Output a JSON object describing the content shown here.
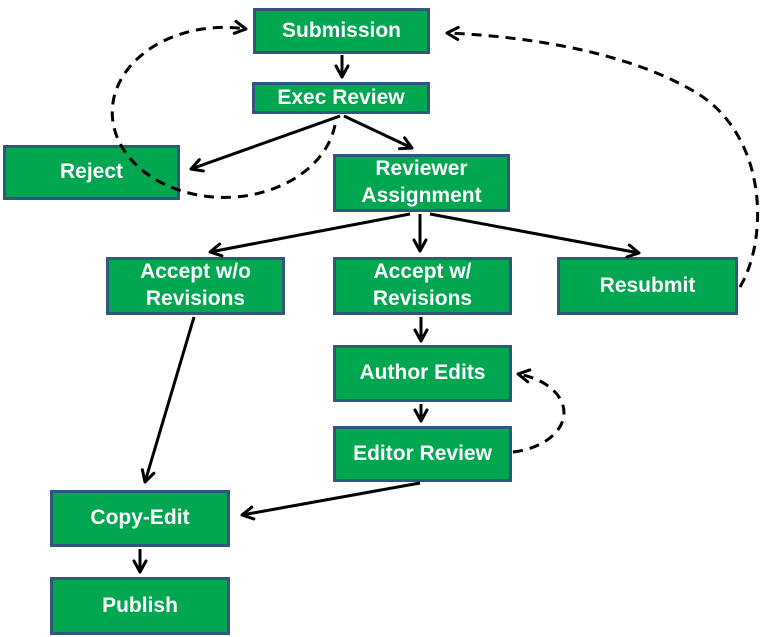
{
  "diagram": {
    "type": "flowchart",
    "colors": {
      "node_fill": "#00A650",
      "node_border": "#33567D",
      "node_text": "#FFFFFF",
      "arrow": "#000000",
      "background": "#FFFFFF"
    },
    "nodes": {
      "submission": {
        "label": "Submission"
      },
      "exec_review": {
        "label": "Exec Review"
      },
      "reject": {
        "label": "Reject"
      },
      "reviewer_assignment": {
        "label": "Reviewer Assignment"
      },
      "accept_wo_revisions": {
        "label": "Accept w/o Revisions"
      },
      "accept_w_revisions": {
        "label": "Accept w/ Revisions"
      },
      "resubmit": {
        "label": "Resubmit"
      },
      "author_edits": {
        "label": "Author Edits"
      },
      "editor_review": {
        "label": "Editor Review"
      },
      "copy_edit": {
        "label": "Copy-Edit"
      },
      "publish": {
        "label": "Publish"
      }
    },
    "edges": [
      {
        "from": "Submission",
        "to": "Exec Review",
        "style": "solid"
      },
      {
        "from": "Exec Review",
        "to": "Reject",
        "style": "solid"
      },
      {
        "from": "Exec Review",
        "to": "Reviewer Assignment",
        "style": "solid"
      },
      {
        "from": "Reviewer Assignment",
        "to": "Accept w/o Revisions",
        "style": "solid"
      },
      {
        "from": "Reviewer Assignment",
        "to": "Accept w/ Revisions",
        "style": "solid"
      },
      {
        "from": "Reviewer Assignment",
        "to": "Resubmit",
        "style": "solid"
      },
      {
        "from": "Accept w/ Revisions",
        "to": "Author Edits",
        "style": "solid"
      },
      {
        "from": "Author Edits",
        "to": "Editor Review",
        "style": "solid"
      },
      {
        "from": "Accept w/o Revisions",
        "to": "Copy-Edit",
        "style": "solid"
      },
      {
        "from": "Editor Review",
        "to": "Copy-Edit",
        "style": "solid"
      },
      {
        "from": "Copy-Edit",
        "to": "Publish",
        "style": "solid"
      },
      {
        "from": "Reject loop (via Exec Review)",
        "to": "Submission",
        "style": "dashed"
      },
      {
        "from": "Resubmit",
        "to": "Submission",
        "style": "dashed"
      },
      {
        "from": "Editor Review",
        "to": "Author Edits",
        "style": "dashed"
      }
    ]
  }
}
